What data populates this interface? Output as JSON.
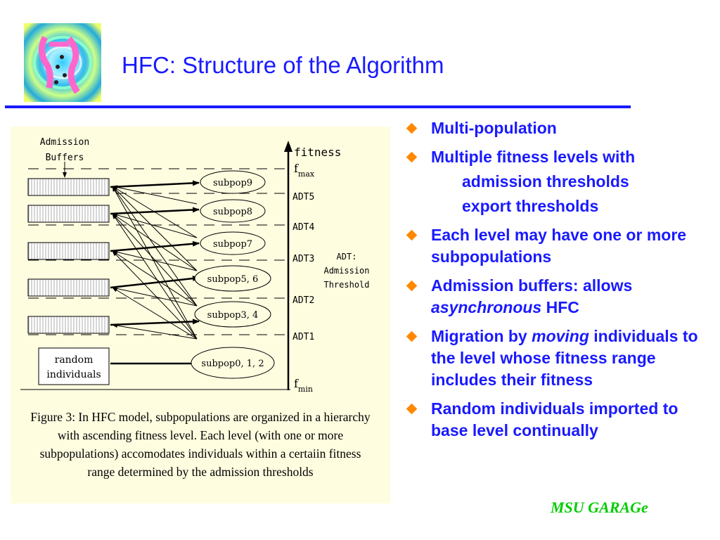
{
  "slide": {
    "title": "HFC:  Structure of the Algorithm",
    "logo_name": "ga-logo",
    "footer": "MSU GARAGe"
  },
  "diagram": {
    "admission_buffers_label": [
      "Admission",
      "Buffers"
    ],
    "axis_label": "fitness",
    "fmax_main": "f",
    "fmax_sub": "max",
    "fmin_main": "f",
    "fmin_sub": "min",
    "thresholds": [
      "ADT5",
      "ADT4",
      "ADT3",
      "ADT2",
      "ADT1"
    ],
    "adt_note": [
      "ADT:",
      "Admission",
      "Threshold"
    ],
    "subpops": [
      "subpop9",
      "subpop8",
      "subpop7",
      "subpop5, 6",
      "subpop3, 4",
      "subpop0, 1, 2"
    ],
    "random_label": [
      "random",
      "individuals"
    ]
  },
  "caption": "Figure 3: In HFC model, subpopulations are organized in a hierarchy with ascending fitness level. Each level (with one or more subpopulations) accomodates individuals within a certaiin fitness range determined by the admission thresholds",
  "bullets": {
    "b1": "Multi-population",
    "b2": "Multiple fitness levels with",
    "b2_sub1": "admission thresholds",
    "b2_sub2": "export thresholds",
    "b3": "Each level may have one or more subpopulations",
    "b4_a": "Admission buffers:  allows ",
    "b4_em": "asynchronous",
    "b4_b": " HFC",
    "b5_a": "Migration by ",
    "b5_em": "moving",
    "b5_b": " individuals to the level whose fitness range includes their fitness",
    "b6": "Random individuals imported to base level continually"
  },
  "colors": {
    "title": "#1a1aff",
    "bullet_text": "#1a1aff",
    "bullet_marker": "#ff8800",
    "footer": "#00cc00",
    "figure_bg": "#fffde0"
  }
}
